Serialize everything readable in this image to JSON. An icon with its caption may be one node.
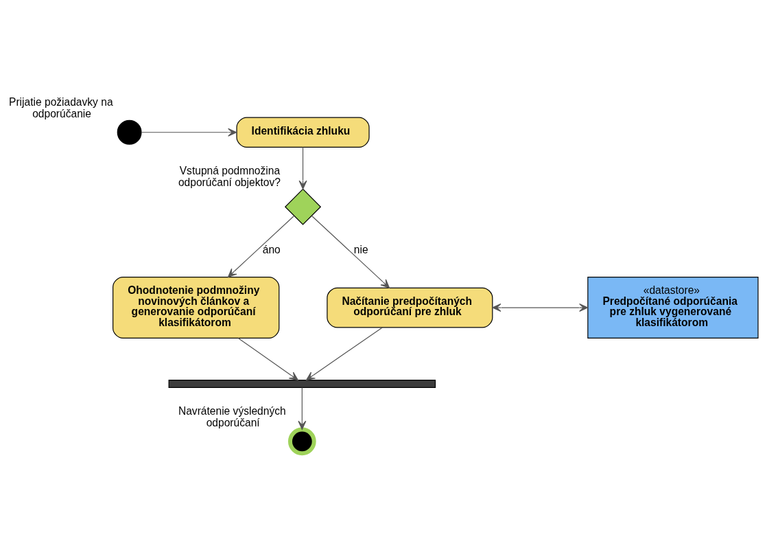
{
  "diagram": {
    "nodes": [
      {
        "text": [],
        "shape": "circle",
        "beside": [
          "Prijatie požiadavky na odporúčanie"
        ]
      },
      {
        "text": [
          "Identifikácia zhluku"
        ]
      },
      {
        "text": [],
        "shape": "diamond",
        "beside": [
          "Vstupná podmnožina odporúčaní objektov?"
        ]
      },
      {
        "text": [
          "Ohodnotenie podmnožiny novinových článkov a generovanie odporúčaní klasifikátorom"
        ]
      },
      {
        "text": [
          "Načítanie predpočítaných odporúčaní pre zhluk"
        ]
      },
      {
        "text": [
          "«datastore»",
          "Predpočítané odporúčania pre zhluk vygenerované klasifikátorom"
        ]
      },
      {
        "text": [],
        "shape": "bar"
      },
      {
        "text": [],
        "shape": "circle",
        "beside": [
          "Navrátenie výsledných odporúčaní"
        ]
      }
    ],
    "edges": [
      {
        "from": 0,
        "to": 1,
        "arrow": "to"
      },
      {
        "from": 1,
        "to": 2,
        "arrow": "to"
      },
      {
        "from": 2,
        "to": 3,
        "arrow": "to",
        "label": "áno"
      },
      {
        "from": 2,
        "to": 4,
        "arrow": "to",
        "label": "nie"
      },
      {
        "from": 4,
        "to": 5,
        "arrow": "both"
      },
      {
        "from": 3,
        "to": 6,
        "arrow": "to"
      },
      {
        "from": 4,
        "to": 6,
        "arrow": "to"
      },
      {
        "from": 6,
        "to": 7,
        "arrow": "to"
      }
    ]
  }
}
